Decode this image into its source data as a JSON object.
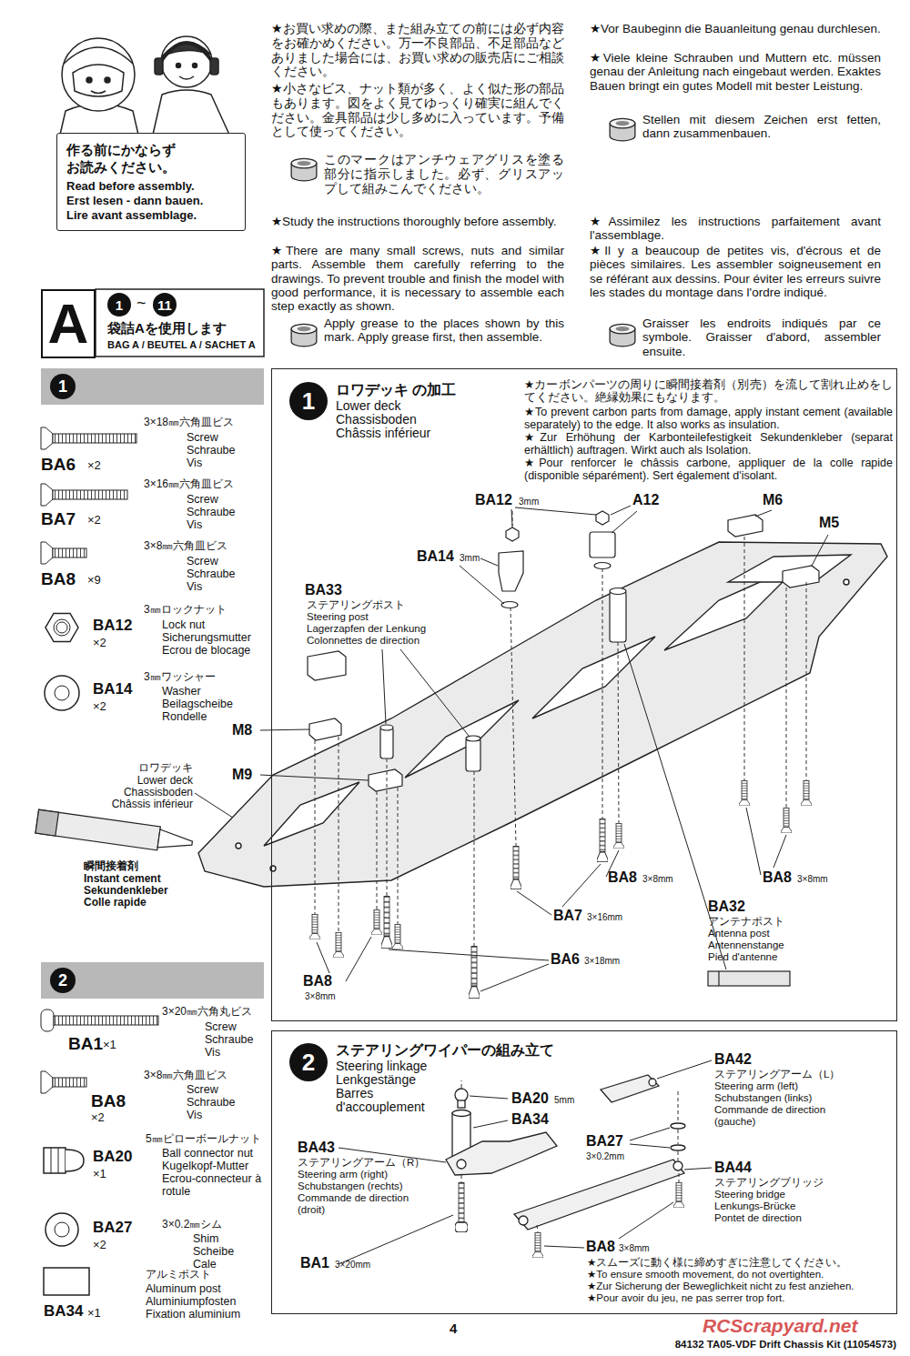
{
  "diagram": {
    "nodes": [
      {
        "text": [
          "作る前にかならず",
          "お読みください。",
          "Read before assembly.",
          "Erst lesen - dann bauen.",
          "Lire avant assemblage."
        ]
      },
      {
        "text": [
          "A"
        ]
      },
      {
        "text": [
          "1"
        ]
      },
      {
        "text": [
          "2"
        ]
      },
      {
        "text": [
          "ロワデッキ の加工",
          "Lower deck",
          "Chassisboden",
          "Châssis inférieur"
        ]
      },
      {
        "text": [
          "ステアリングワイパーの組み立て",
          "Steering linkage",
          "Lenkgestänge",
          "Barres d'accouplement"
        ]
      }
    ],
    "labels": [
      "★お買い求めの際、また組み立ての前には必ず内容をお確かめください。万一不良部品、不足部品などありました場合には、お買い求めの販売店にご相談ください。",
      "★小さなビス、ナット類が多く、よく似た形の部品もあります。図をよく見てゆっくり確実に組んでください。金具部品は少し多めに入っています。予備として使ってください。",
      "このマークはアンチウェアグリスを塗る部分に指示しました。必ず、グリスアップして組みこんでください。",
      "★Study the instructions thoroughly before assembly.",
      "★There are many small screws, nuts and similar parts. Assemble them carefully referring to the drawings. To prevent trouble and finish the model with good performance, it is necessary to assemble each step exactly as shown.",
      "Apply grease to the places shown by this mark. Apply grease first, then assemble.",
      "★Vor Baubeginn die Bauanleitung genau durchlesen.",
      "★Viele kleine Schrauben und Muttern etc. müssen genau der Anleitung nach eingebaut werden. Exaktes Bauen bringt ein gutes Modell mit bester Leistung.",
      "Stellen mit diesem Zeichen erst fetten, dann zusammenbauen.",
      "★Assimilez les instructions parfaitement avant l'assemblage.",
      "★Il y a beaucoup de petites vis, d'écrous et de pièces similaires. Les assembler soigneusement en se référant aux dessins. Pour éviter les erreurs suivre les stades du montage dans l'ordre indiqué.",
      "Graisser les endroits indiqués par ce symbole. Graisser d'abord, assembler ensuite.",
      "1",
      "~",
      "11",
      "袋詰Aを使用します",
      "BAG A / BEUTEL A / SACHET A",
      "3×18㎜六角皿ビス",
      "Screw",
      "Schraube",
      "Vis",
      "BA6",
      "×2",
      "3×16㎜六角皿ビス",
      "Screw",
      "Schraube",
      "Vis",
      "BA7",
      "×2",
      "3×8㎜六角皿ビス",
      "Screw",
      "Schraube",
      "Vis",
      "BA8",
      "×9",
      "3㎜ロックナット",
      "Lock nut",
      "Sicherungsmutter",
      "Ecrou de blocage",
      "BA12",
      "×2",
      "3㎜ワッシャー",
      "Washer",
      "Beilagscheibe",
      "Rondelle",
      "BA14",
      "×2",
      "ロワデッキ",
      "Lower deck",
      "Chassisboden",
      "Châssis inférieur",
      "瞬間接着剤",
      "Instant cement",
      "Sekundenkleber",
      "Colle rapide",
      "1",
      "★カーボンパーツの周りに瞬間接着剤（別売）を流して割れ止めをしてください。絶縁効果にもなります。",
      "★To prevent carbon parts from damage, apply instant cement (available separately) to the edge. It also works as insulation.",
      "★Zur Erhöhung der Karbonteilefestigkeit Sekundenkleber (separat erhältlich) auftragen. Wirkt auch als Isolation.",
      "★Pour renforcer le châssis carbone, appliquer de la colle rapide (disponible séparément). Sert également d'isolant.",
      "BA12",
      "3mm",
      "A12",
      "M6",
      "M5",
      "BA14",
      "3mm",
      "BA33",
      "ステアリングポスト",
      "Steering post",
      "Lagerzapfen der Lenkung",
      "Colonnettes de direction",
      "M8",
      "M9",
      "BA8",
      "3×8mm",
      "BA8",
      "3×8mm",
      "BA7",
      "3×16mm",
      "BA32",
      "アンテナポスト",
      "Antenna post",
      "Antennenstange",
      "Pied d'antenne",
      "BA6",
      "3×18mm",
      "BA8",
      "3×8mm",
      "3×20㎜六角丸ビス",
      "Screw",
      "Schraube",
      "Vis",
      "BA1",
      "×1",
      "3×8㎜六角皿ビス",
      "Screw",
      "Schraube",
      "Vis",
      "BA8",
      "×2",
      "5㎜ピローボールナット",
      "Ball connector nut",
      "Kugelkopf-Mutter",
      "Ecrou-connecteur à rotule",
      "BA20",
      "×1",
      "3×0.2㎜シム",
      "Shim",
      "Scheibe",
      "Cale",
      "BA27",
      "×2",
      "アルミポスト",
      "Aluminum post",
      "Aluminiumpfosten",
      "Fixation aluminium",
      "BA34",
      "×1",
      "2",
      "BA20",
      "5mm",
      "BA34",
      "BA43",
      "ステアリングアーム（R）",
      "Steering arm (right)",
      "Schubstangen (rechts)",
      "Commande de direction (droit)",
      "BA42",
      "ステアリングアーム（L）",
      "Steering arm (left)",
      "Schubstangen (links)",
      "Commande de direction (gauche)",
      "BA27",
      "3×0.2mm",
      "BA44",
      "ステアリングブリッジ",
      "Steering bridge",
      "Lenkungs-Brücke",
      "Pontet de direction",
      "BA1",
      "3×20mm",
      "BA8",
      "3×8mm",
      "★スムーズに動く様に締めすぎに注意してください。",
      "★To ensure smooth movement, do not overtighten.",
      "★Zur Sicherung der Beweglichkeit nicht zu fest anziehen.",
      "★Pour avoir du jeu, ne pas serrer trop fort.",
      "4",
      "84132 TA05-VDF Drift Chassis Kit (11054573)",
      "RCScrapyard.net"
    ]
  }
}
